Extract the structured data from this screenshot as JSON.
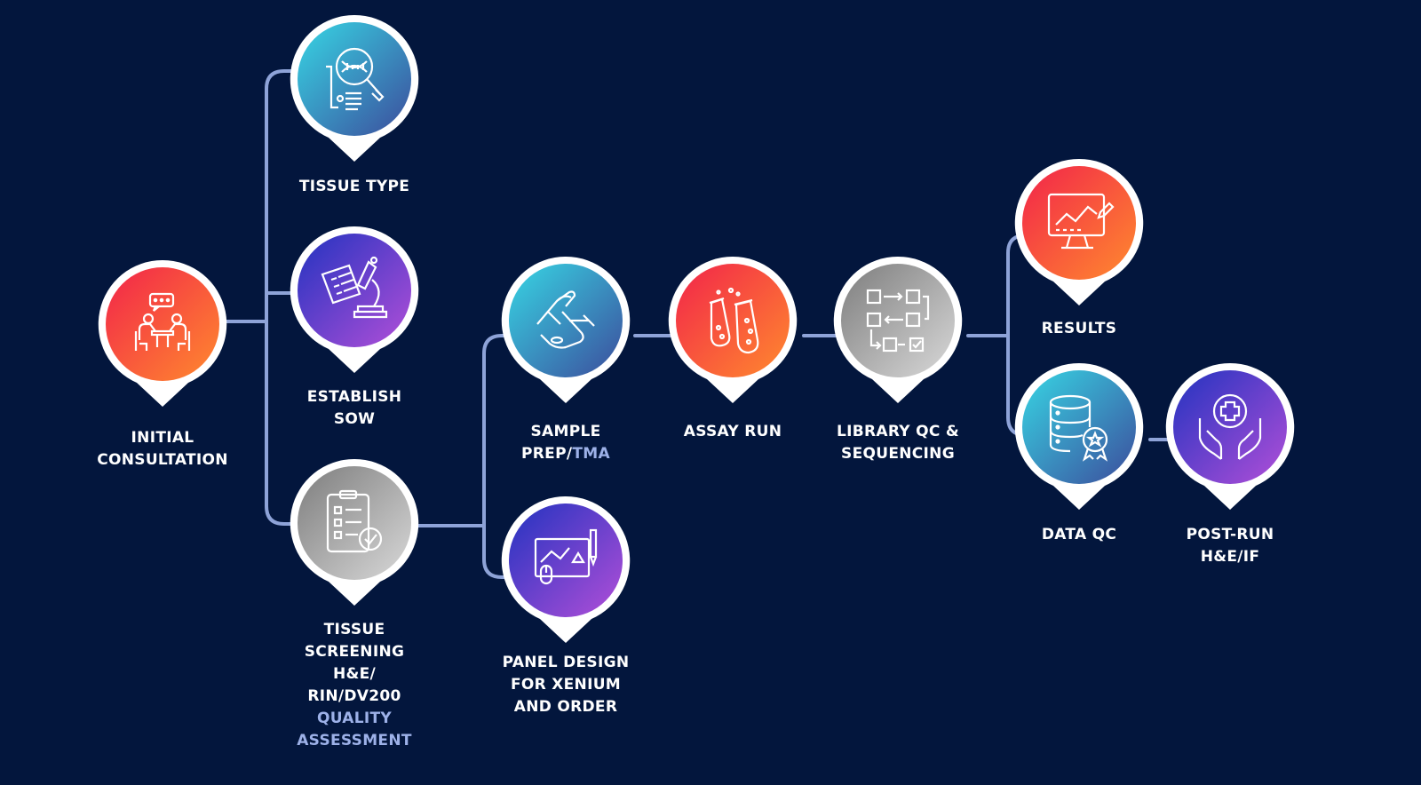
{
  "colors": {
    "background": "#03163d",
    "connector": "#8ea3d8",
    "label": "#ffffff",
    "label_accent": "#9db1e8",
    "pin_border": "#ffffff"
  },
  "nodes": {
    "initial_consultation": {
      "label_lines": [
        "INITIAL",
        "CONSULTATION"
      ],
      "icon": "consultation-meeting-icon",
      "gradient": "red-orange"
    },
    "tissue_type": {
      "label_lines": [
        "TISSUE TYPE"
      ],
      "icon": "dna-magnifier-icon",
      "gradient": "teal-blue"
    },
    "establish_sow": {
      "label_lines": [
        "ESTABLISH",
        "SOW"
      ],
      "icon": "microscope-icon",
      "gradient": "blue-purple"
    },
    "tissue_screening": {
      "label_lines": [
        "TISSUE",
        "SCREENING",
        "H&E/",
        "RIN/DV200"
      ],
      "label_accent_lines": [
        "QUALITY",
        "ASSESSMENT"
      ],
      "icon": "checklist-clipboard-icon",
      "gradient": "gray"
    },
    "sample_prep": {
      "label_lines": [
        "SAMPLE"
      ],
      "label_mixed": {
        "text": "PREP/",
        "accent": "TMA"
      },
      "icon": "hand-test-tube-icon",
      "gradient": "teal-blue"
    },
    "panel_design": {
      "label_lines": [
        "PANEL DESIGN",
        "FOR XENIUM",
        "AND ORDER"
      ],
      "icon": "design-blueprint-icon",
      "gradient": "blue-purple"
    },
    "assay_run": {
      "label_lines": [
        "ASSAY RUN"
      ],
      "icon": "test-tubes-icon",
      "gradient": "red-orange"
    },
    "library_qc": {
      "label_lines": [
        "LIBRARY QC &",
        "SEQUENCING"
      ],
      "icon": "workflow-flowchart-icon",
      "gradient": "gray"
    },
    "results": {
      "label_lines": [
        "RESULTS"
      ],
      "icon": "monitor-chart-icon",
      "gradient": "red-orange"
    },
    "data_qc": {
      "label_lines": [
        "DATA QC"
      ],
      "icon": "database-badge-icon",
      "gradient": "teal-blue"
    },
    "post_run": {
      "label_lines": [
        "POST-RUN",
        "H&E/IF"
      ],
      "icon": "hands-medical-cross-icon",
      "gradient": "blue-purple"
    }
  }
}
